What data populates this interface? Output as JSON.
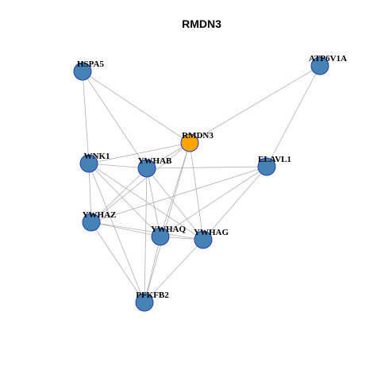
{
  "title": "RMDN3",
  "colors": {
    "center_node": "#FFA500",
    "node": "#4682B4",
    "node_border": "#1F3FB4",
    "edge": "#B0B0B0"
  },
  "nodes": [
    {
      "id": "RMDN3",
      "label": "RMDN3",
      "center": true
    },
    {
      "id": "HSPA5",
      "label": "HSPA5"
    },
    {
      "id": "ATP6V1A",
      "label": "ATP6V1A"
    },
    {
      "id": "WNK1",
      "label": "WNK1"
    },
    {
      "id": "YWHAB",
      "label": "YWHAB"
    },
    {
      "id": "ELAVL1",
      "label": "ELAVL1"
    },
    {
      "id": "YWHAZ",
      "label": "YWHAZ"
    },
    {
      "id": "YWHAQ",
      "label": "YWHAQ"
    },
    {
      "id": "YWHAG",
      "label": "YWHAG"
    },
    {
      "id": "PFKFB2",
      "label": "PFKFB2"
    }
  ],
  "edges": [
    [
      "HSPA5",
      "RMDN3"
    ],
    [
      "HSPA5",
      "WNK1"
    ],
    [
      "HSPA5",
      "YWHAB"
    ],
    [
      "ATP6V1A",
      "RMDN3"
    ],
    [
      "ATP6V1A",
      "ELAVL1"
    ],
    [
      "RMDN3",
      "WNK1"
    ],
    [
      "RMDN3",
      "YWHAB"
    ],
    [
      "RMDN3",
      "YWHAQ"
    ],
    [
      "RMDN3",
      "YWHAG"
    ],
    [
      "RMDN3",
      "PFKFB2"
    ],
    [
      "RMDN3",
      "YWHAZ"
    ],
    [
      "WNK1",
      "YWHAB"
    ],
    [
      "WNK1",
      "YWHAZ"
    ],
    [
      "WNK1",
      "YWHAQ"
    ],
    [
      "WNK1",
      "YWHAG"
    ],
    [
      "WNK1",
      "PFKFB2"
    ],
    [
      "YWHAB",
      "ELAVL1"
    ],
    [
      "YWHAB",
      "YWHAZ"
    ],
    [
      "YWHAB",
      "YWHAQ"
    ],
    [
      "YWHAB",
      "YWHAG"
    ],
    [
      "YWHAB",
      "PFKFB2"
    ],
    [
      "ELAVL1",
      "YWHAZ"
    ],
    [
      "ELAVL1",
      "YWHAQ"
    ],
    [
      "ELAVL1",
      "YWHAG"
    ],
    [
      "YWHAZ",
      "YWHAQ"
    ],
    [
      "YWHAZ",
      "YWHAG"
    ],
    [
      "YWHAZ",
      "PFKFB2"
    ],
    [
      "YWHAQ",
      "YWHAG"
    ],
    [
      "YWHAQ",
      "PFKFB2"
    ],
    [
      "YWHAG",
      "PFKFB2"
    ]
  ]
}
